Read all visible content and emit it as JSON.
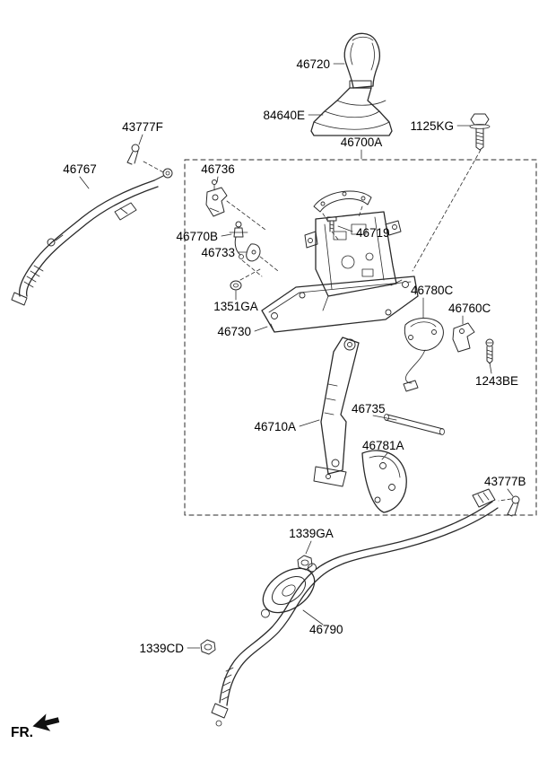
{
  "diagram": {
    "title_hint": "shift-lever-parts-diagram",
    "labels": {
      "knob": "46720",
      "boot": "84640E",
      "bolt": "1125KG",
      "assembly": "46700A",
      "clip_top": "43777F",
      "cable_upper": "46767",
      "bracket_mount": "46736",
      "damper": "46770B",
      "clip_mid": "46733",
      "pin": "46719",
      "washer": "1351GA",
      "housing": "46730",
      "harness": "46780C",
      "switch": "46760C",
      "screw": "1243BE",
      "lever": "46710A",
      "rod": "46735",
      "plate": "46781A",
      "clip_lower": "43777B",
      "nut_upper": "1339GA",
      "cable_lower": "46790",
      "nut_lower": "1339CD"
    },
    "direction_label": "FR.",
    "colors": {
      "background": "#ffffff",
      "line": "#2a2a2a",
      "text": "#000000"
    }
  }
}
